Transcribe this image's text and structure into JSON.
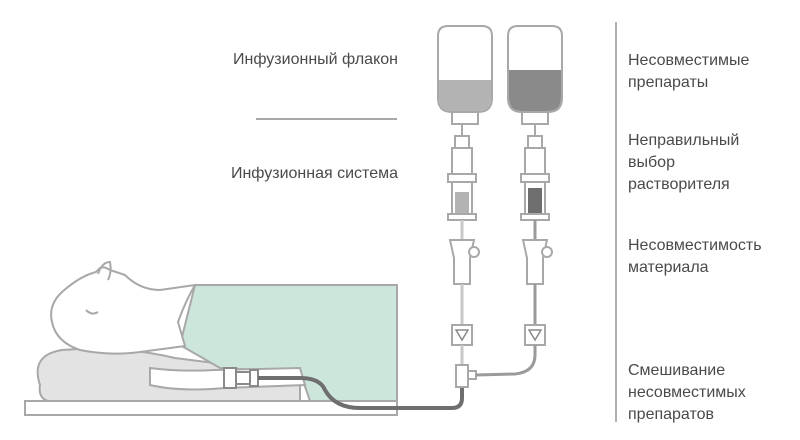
{
  "left_labels": {
    "bottle": "Инфузионный флакон",
    "system": "Инфузионная система"
  },
  "right_labels": [
    "Несовместимые\nпрепараты",
    "Неправильный\nвыбор\nрастворителя",
    "Несовместимость\nматериала",
    "Смешивание\nнесовместимых\nпрепаратов"
  ],
  "colors": {
    "outline": "#a8a8a8",
    "blanket": "#cde6dc",
    "pillow": "#e3e3e3",
    "fluid_light": "#b3b3b3",
    "fluid_dark": "#8a8a8a",
    "tube_dark": "#6e6e6e",
    "text": "#4a4a4a"
  }
}
